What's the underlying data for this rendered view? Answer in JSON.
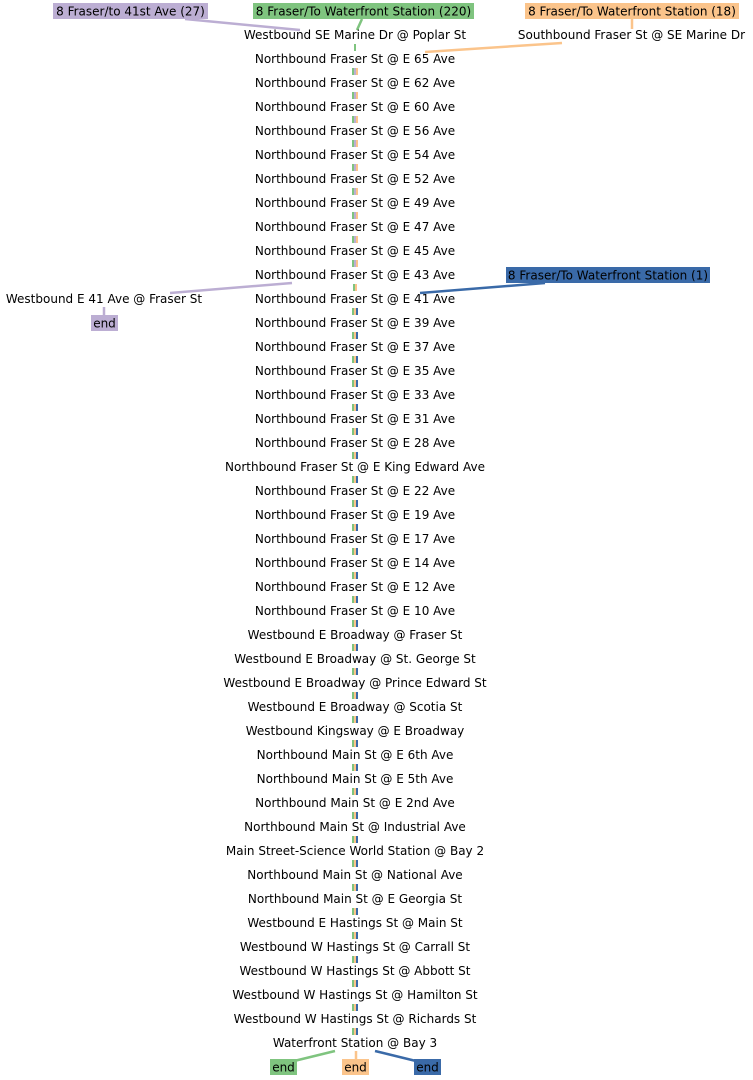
{
  "colors": {
    "purple": "#bcaed3",
    "green": "#7fc47f",
    "orange": "#fbc48b",
    "blue": "#3a6aa8"
  },
  "routes": [
    {
      "label": "8 Fraser/to 41st Ave (27)",
      "color": "#bcaed3"
    },
    {
      "label": "8 Fraser/To Waterfront Station (220)",
      "color": "#7fc47f"
    },
    {
      "label": "8 Fraser/To Waterfront Station (18)",
      "color": "#fbc48b"
    },
    {
      "label": "8 Fraser/To Waterfront Station (1)",
      "color": "#3a6aa8"
    }
  ],
  "side_stops": {
    "southbound": "Southbound Fraser St @ SE Marine Dr",
    "westbound_41": "Westbound E 41 Ave @ Fraser St"
  },
  "end_label": "end",
  "stops": [
    "Westbound SE Marine Dr @ Poplar St",
    "Northbound Fraser St @ E 65 Ave",
    "Northbound Fraser St @ E 62 Ave",
    "Northbound Fraser St @ E 60 Ave",
    "Northbound Fraser St @ E 56 Ave",
    "Northbound Fraser St @ E 54 Ave",
    "Northbound Fraser St @ E 52 Ave",
    "Northbound Fraser St @ E 49 Ave",
    "Northbound Fraser St @ E 47 Ave",
    "Northbound Fraser St @ E 45 Ave",
    "Northbound Fraser St @ E 43 Ave",
    "Northbound Fraser St @ E 41 Ave",
    "Northbound Fraser St @ E 39 Ave",
    "Northbound Fraser St @ E 37 Ave",
    "Northbound Fraser St @ E 35 Ave",
    "Northbound Fraser St @ E 33 Ave",
    "Northbound Fraser St @ E 31 Ave",
    "Northbound Fraser St @ E 28 Ave",
    "Northbound Fraser St @ E King Edward Ave",
    "Northbound Fraser St @ E 22 Ave",
    "Northbound Fraser St @ E 19 Ave",
    "Northbound Fraser St @ E 17 Ave",
    "Northbound Fraser St @ E 14 Ave",
    "Northbound Fraser St @ E 12 Ave",
    "Northbound Fraser St @ E 10 Ave",
    "Westbound E Broadway @ Fraser St",
    "Westbound E Broadway @ St. George St",
    "Westbound E Broadway @ Prince Edward St",
    "Westbound E Broadway @ Scotia St",
    "Westbound Kingsway @ E Broadway",
    "Northbound Main St @ E 6th Ave",
    "Northbound Main St @ E 5th Ave",
    "Northbound Main St @ E 2nd Ave",
    "Northbound Main St @ Industrial Ave",
    "Main Street-Science World Station @ Bay 2",
    "Northbound Main St @ National Ave",
    "Northbound Main St @ E Georgia St",
    "Westbound E Hastings St @ Main St",
    "Westbound W Hastings St @ Carrall St",
    "Westbound W Hastings St @ Abbott St",
    "Westbound W Hastings St @ Hamilton St",
    "Westbound W Hastings St @ Richards St",
    "Waterfront Station @ Bay 3"
  ]
}
